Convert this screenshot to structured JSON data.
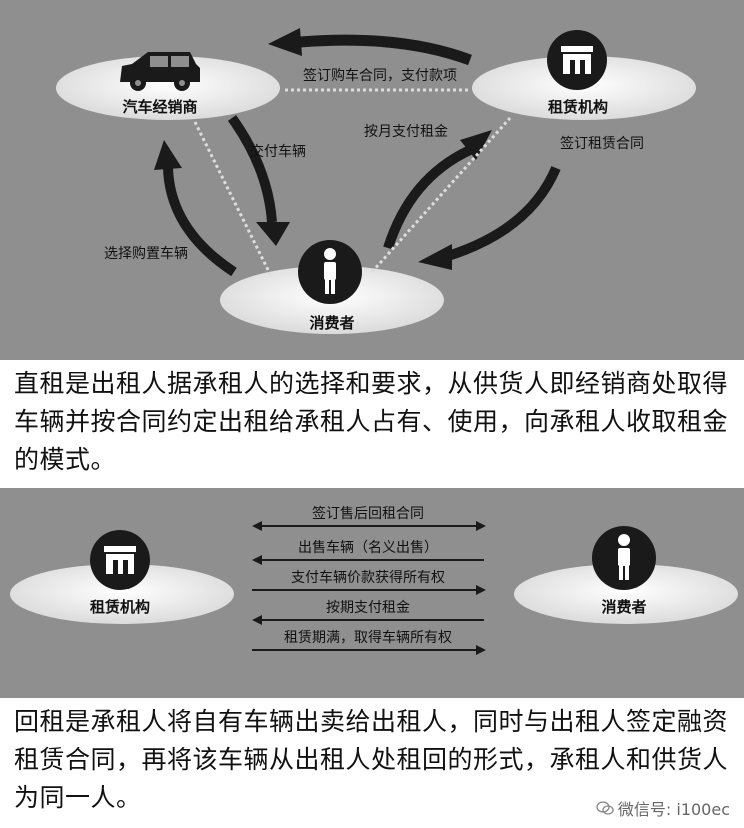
{
  "diagram1": {
    "nodes": {
      "dealer": "汽车经销商",
      "leasing": "租赁机构",
      "consumer": "消费者"
    },
    "edges": {
      "sign_purchase": "签订购车合同，支付款项",
      "deliver": "交付车辆",
      "monthly_rent": "按月支付租金",
      "sign_lease": "签订租赁合同",
      "choose": "选择购置车辆"
    },
    "icons": [
      "car-icon",
      "shop-icon",
      "person-icon"
    ]
  },
  "text1": "直租是出租人据承租人的选择和要求，从供货人即经销商处取得车辆并按合同约定出租给承租人占有、使用，向承租人收取租金的模式。",
  "diagram2": {
    "nodes": {
      "leasing": "租赁机构",
      "consumer": "消费者"
    },
    "flows": [
      "签订售后回租合同",
      "出售车辆（名义出售）",
      "支付车辆价款获得所有权",
      "按期支付租金",
      "租赁期满，取得车辆所有权"
    ]
  },
  "text2": "回租是承租人将自有车辆出卖给出租人，同时与出租人签定融资租赁合同，再将该车辆从出租人处租回的形式，承租人和供货人为同一人。",
  "watermark": "微信号: i100ec",
  "colors": {
    "panel": "#8f8f8f",
    "disc": "#f2f2f2",
    "icon": "#1a1a1a"
  }
}
